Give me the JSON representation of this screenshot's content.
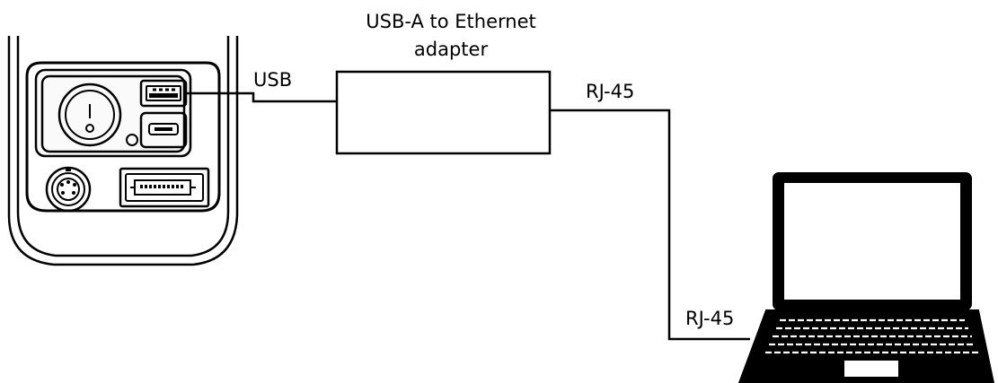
{
  "labels": {
    "adapter_line1": "USB-A to Ethernet",
    "adapter_line2": "adapter",
    "usb": "USB",
    "rj45_adapter": "RJ-45",
    "rj45_laptop": "RJ-45"
  },
  "colors": {
    "stroke": "#000000",
    "fill": "#ffffff",
    "device_gray": "#e8e8e8"
  },
  "icons": {
    "device": "device-panel-icon",
    "laptop": "laptop-icon"
  }
}
